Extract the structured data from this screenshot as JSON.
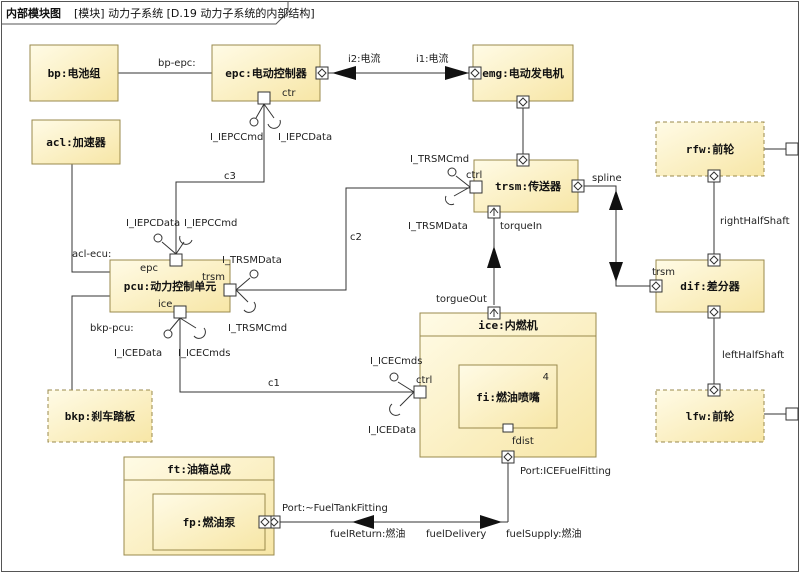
{
  "header": {
    "kind": "内部模块图",
    "path": "[模块] 动力子系统 [D.19 动力子系统的内部结构]"
  },
  "blocks": {
    "bp": {
      "id": "bp",
      "name": "电池组"
    },
    "epc": {
      "id": "epc",
      "name": "电动控制器"
    },
    "emg": {
      "id": "emg",
      "name": "电动发电机"
    },
    "acl": {
      "id": "acl",
      "name": "加速器"
    },
    "trsm": {
      "id": "trsm",
      "name": "传送器"
    },
    "pcu": {
      "id": "pcu",
      "name": "动力控制单元"
    },
    "bkp": {
      "id": "bkp",
      "name": "刹车踏板"
    },
    "ice": {
      "id": "ice",
      "name": "内燃机"
    },
    "fi": {
      "id": "fi",
      "name": "燃油喷嘴",
      "multiplicity": "4"
    },
    "ft": {
      "id": "ft",
      "name": "油箱总成"
    },
    "fp": {
      "id": "fp",
      "name": "燃油泵"
    },
    "rfw": {
      "id": "rfw",
      "name": "前轮"
    },
    "dif": {
      "id": "dif",
      "name": "差分器"
    },
    "lfw": {
      "id": "lfw",
      "name": "前轮"
    }
  },
  "ports": {
    "ctr": "ctr",
    "ctrl_trsm": "ctrl",
    "epc": "epc",
    "trsm": "trsm",
    "ice": "ice",
    "ctrl_ice": "ctrl",
    "torqueIn": "torqueIn",
    "torqueOut": "torgueOut",
    "fdist": "fdist",
    "trsm_dif": "trsm"
  },
  "interfaces": {
    "IEPCCmd_1": "I_IEPCCmd",
    "IEPCData_1": "I_IEPCData",
    "TRSMCmd_1": "I_TRSMCmd",
    "TRSMData_1": "I_TRSMData",
    "IEPCData_2": "I_IEPCData",
    "IEPCCmd_2": "I_IEPCCmd",
    "TRSMData_2": "I_TRSMData",
    "TRSMCmd_2": "I_TRSMCmd",
    "ICEData_1": "I_ICEData",
    "ICEcmds_1": "I_ICECmds",
    "ICEcmds_2": "I_ICECmds",
    "ICEData_2": "I_ICEData"
  },
  "connectors": {
    "bp_epc": "bp-epc:",
    "i2": "i2:电流",
    "i1": "i1:电流",
    "c3": "c3",
    "c2": "c2",
    "c1": "c1",
    "acl_ecu": "acl-ecu:",
    "bkp_pcu": "bkp-pcu:",
    "spline": "spline",
    "rightHalfShaft": "rightHalfShaft",
    "leftHalfShaft": "leftHalfShaft",
    "fuelTankFitting": "Port:~FuelTankFitting",
    "iceFuelFitting": "Port:ICEFuelFitting",
    "fuelReturn": "fuelReturn:燃油",
    "fuelDelivery": "fuelDelivery",
    "fuelSupply": "fuelSupply:燃油"
  },
  "colors": {
    "block_top": "#fffbe6",
    "block_bottom": "#f7e6a6",
    "block_border": "#9a8a4c",
    "port_fill": "#ffffff",
    "line": "#333333"
  }
}
